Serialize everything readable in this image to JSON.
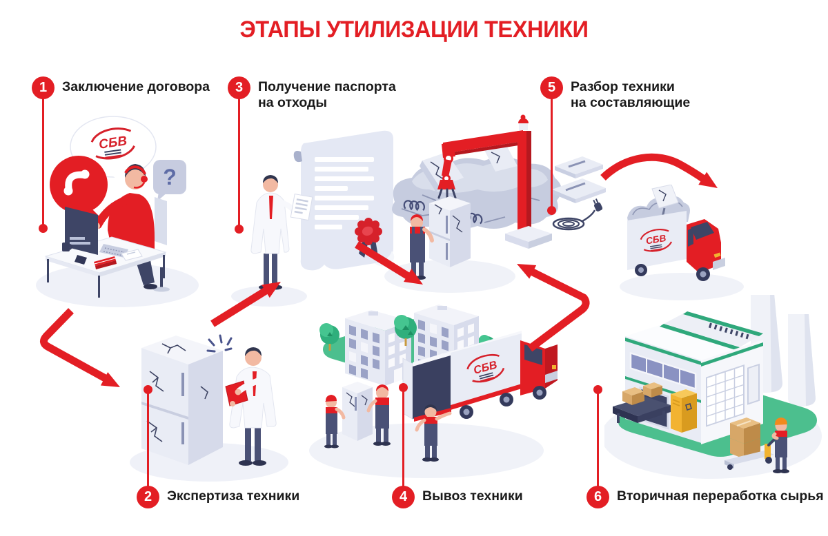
{
  "title": "ЭТАПЫ УТИЛИЗАЦИИ ТЕХНИКИ",
  "brand": {
    "logo_text": "СБВ"
  },
  "bubble": {
    "question_mark": "?"
  },
  "colors": {
    "accent_red": "#E31E24",
    "dark_navy": "#3E4566",
    "panel_light": "#E9ECF5",
    "lawn_green": "#4CBF8E",
    "stripe_green": "#2FA87B",
    "text_black": "#1A1A1A",
    "cardboard": "#D7A768",
    "machine_yellow": "#F2B331"
  },
  "steps": [
    {
      "number": "1",
      "line1": "Заключение договора",
      "line2": ""
    },
    {
      "number": "2",
      "line1": "Экспертиза техники",
      "line2": ""
    },
    {
      "number": "3",
      "line1": "Получение паспорта",
      "line2": "на отходы"
    },
    {
      "number": "4",
      "line1": "Вывоз техники",
      "line2": ""
    },
    {
      "number": "5",
      "line1": "Разбор техники",
      "line2": "на составляющие"
    },
    {
      "number": "6",
      "line1": "Вторичная переработка сырья",
      "line2": ""
    }
  ]
}
